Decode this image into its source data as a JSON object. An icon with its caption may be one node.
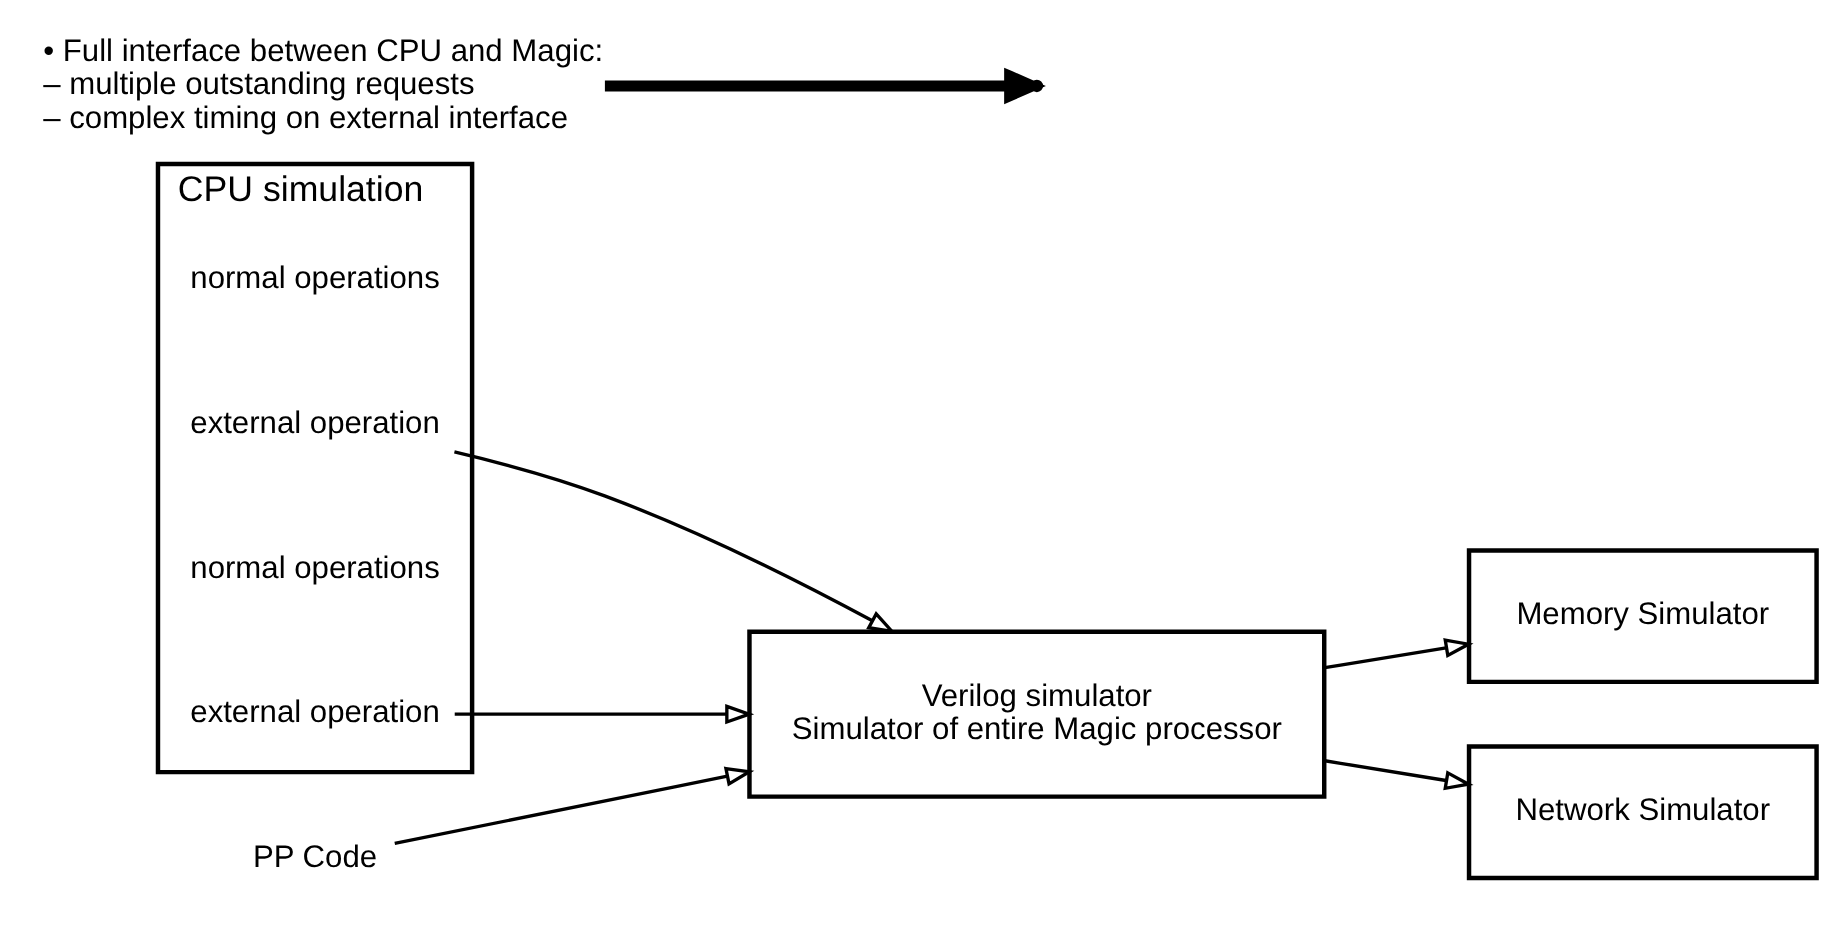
{
  "diagram": {
    "nodes": [
      {
        "text": [
          "CPU simulation"
        ]
      },
      {
        "text": [
          "normal operations"
        ],
        "in": 0
      },
      {
        "text": [
          "external operation"
        ],
        "in": 0
      },
      {
        "text": [
          "normal operations"
        ],
        "in": 0
      },
      {
        "text": [
          "external operation"
        ],
        "in": 0
      },
      {
        "text": [
          "Verilog simulator",
          "Simulator of entire Magic processor"
        ]
      },
      {
        "text": [
          "PP Code"
        ]
      },
      {
        "text": [
          "Memory Simulator"
        ]
      },
      {
        "text": [
          "Network Simulator"
        ]
      },
      {
        "text": [
          "• Full interface between CPU and Magic:",
          "– multiple outstanding requests",
          "– complex timing on external interface"
        ]
      }
    ],
    "edges": [
      {
        "from": 2,
        "to": 5,
        "arrow": "to"
      },
      {
        "from": 4,
        "to": 5,
        "arrow": "to"
      },
      {
        "from": 6,
        "to": 5,
        "arrow": "to"
      },
      {
        "from": 5,
        "to": 7,
        "arrow": "to"
      },
      {
        "from": 5,
        "to": 8,
        "arrow": "to"
      },
      {
        "from": 9,
        "to": null,
        "arrow": "to",
        "style": "thick"
      }
    ]
  }
}
